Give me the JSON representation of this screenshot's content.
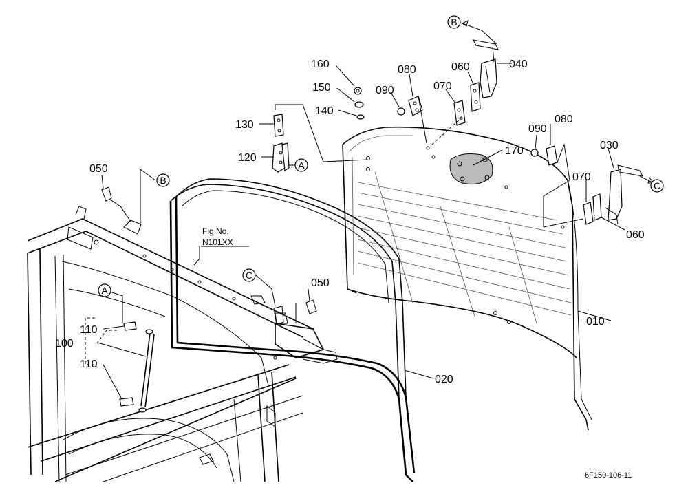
{
  "figure": {
    "code": "6F150-106-11",
    "reference_note": {
      "line1": "Fig.No.",
      "line2": "N101XX"
    }
  },
  "parts": {
    "p010": "010",
    "p020": "020",
    "p030": "030",
    "p040": "040",
    "p050a": "050",
    "p050b": "050",
    "p060a": "060",
    "p060b": "060",
    "p070a": "070",
    "p070b": "070",
    "p080a": "080",
    "p080b": "080",
    "p090a": "090",
    "p090b": "090",
    "p100": "100",
    "p110a": "110",
    "p110b": "110",
    "p120": "120",
    "p130": "130",
    "p140": "140",
    "p150": "150",
    "p160": "160",
    "p170": "170"
  },
  "callouts": {
    "B_top": "B",
    "B_left": "B",
    "A_hinge": "A",
    "A_strut": "A",
    "C_right": "C",
    "C_frame": "C"
  }
}
